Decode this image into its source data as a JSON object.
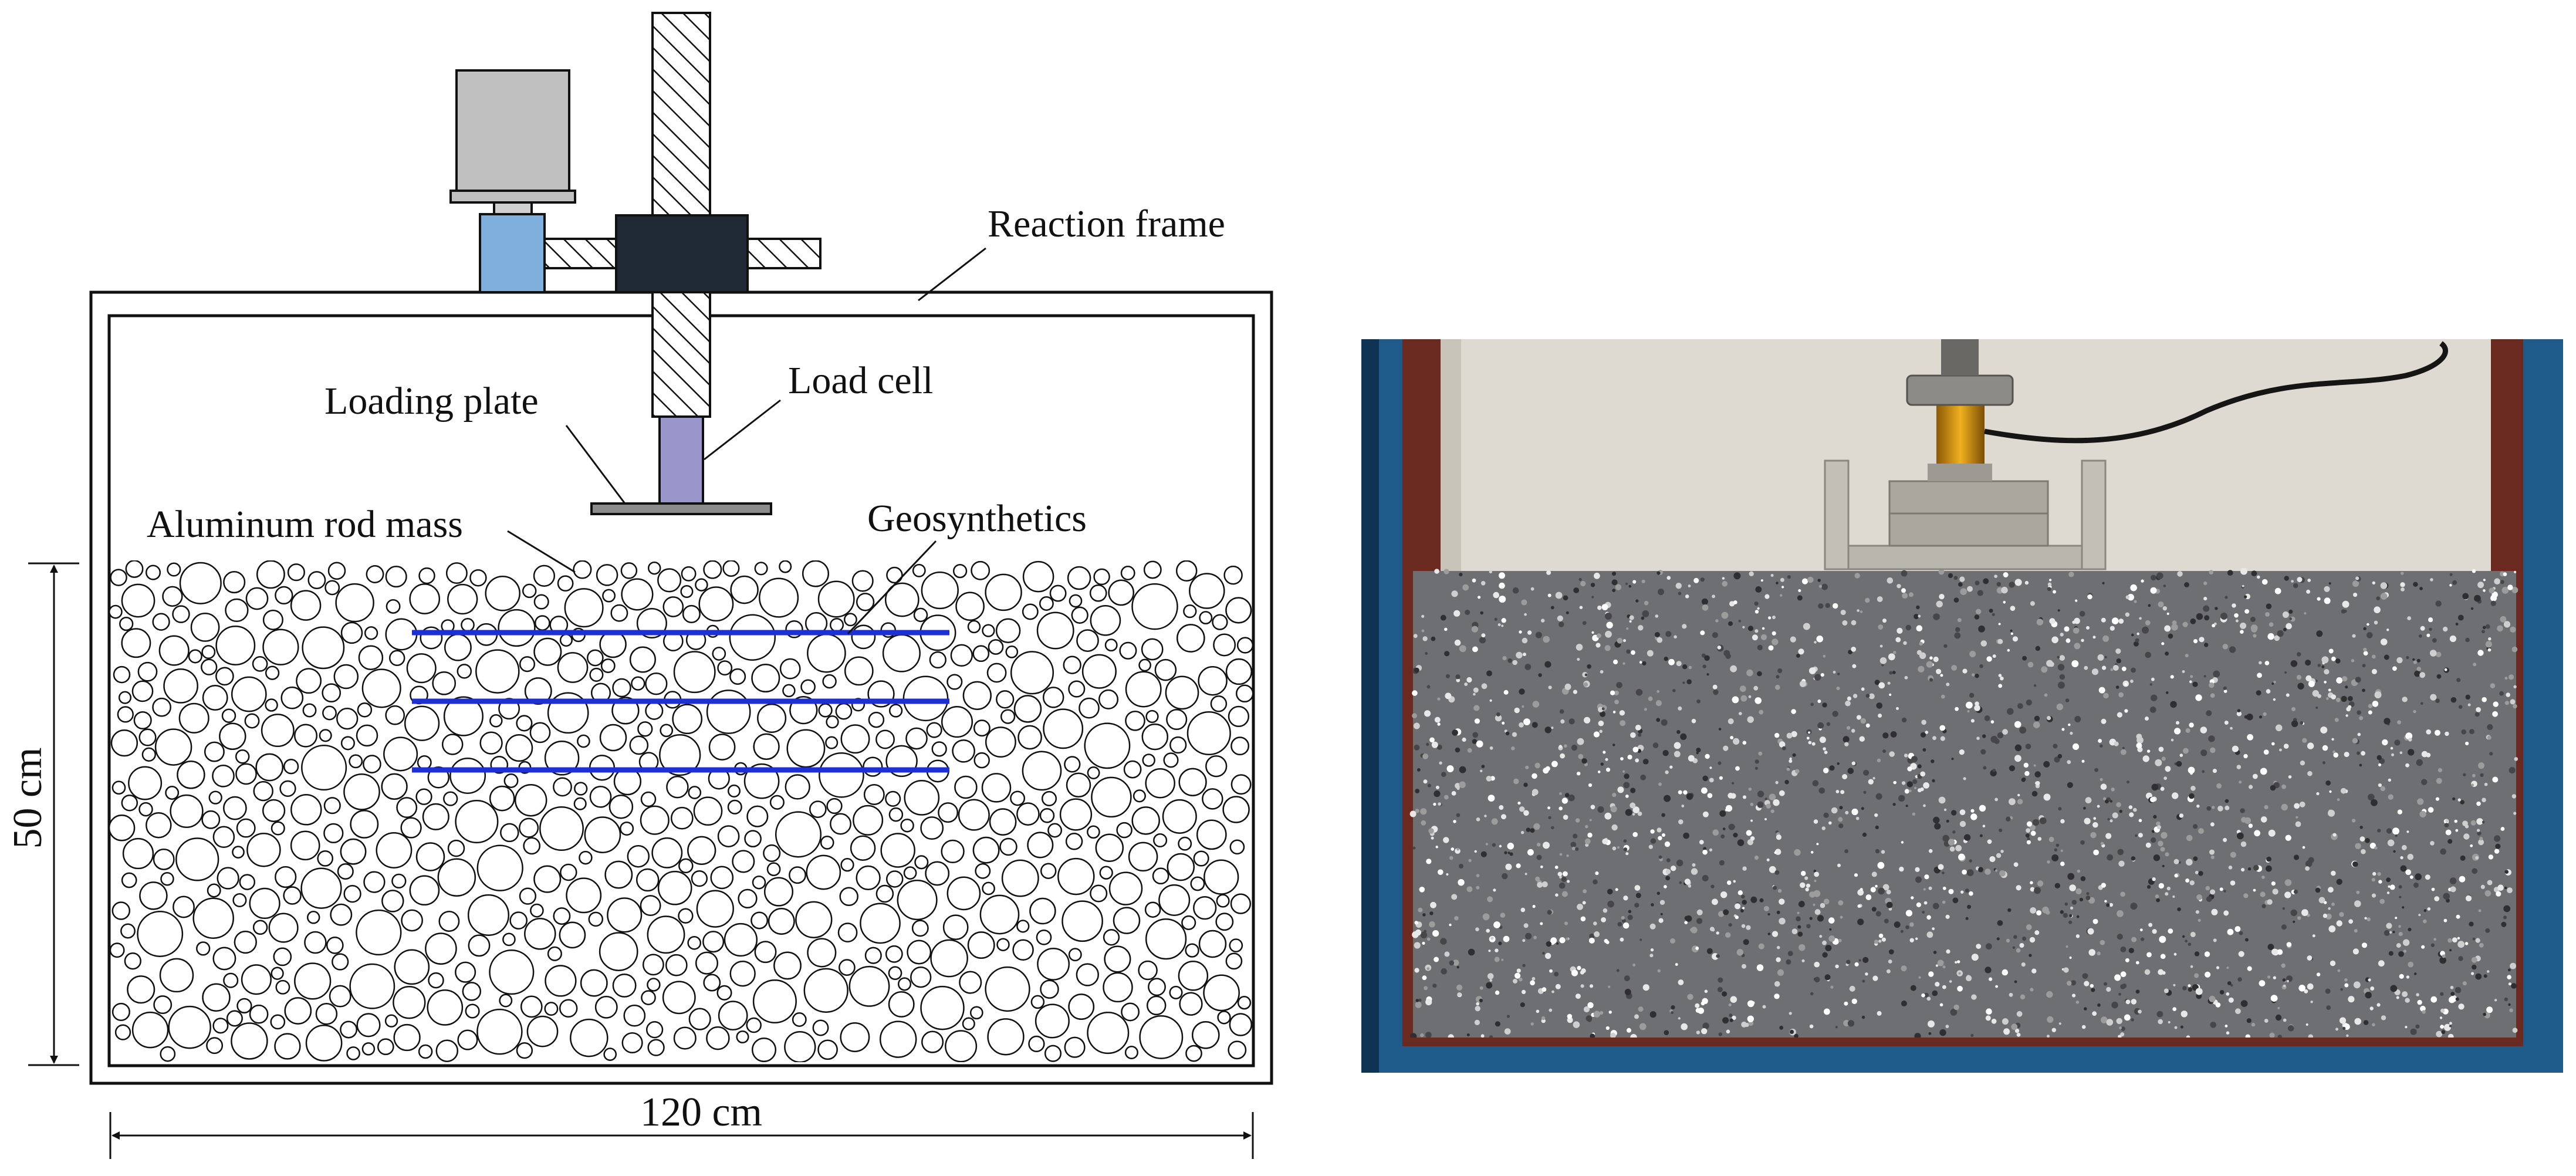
{
  "labels": {
    "reaction_frame": "Reaction frame",
    "load_cell": "Load cell",
    "loading_plate": "Loading plate",
    "aluminum_rod_mass": "Aluminum rod mass",
    "geosynthetics": "Geosynthetics",
    "height_dim": "50 cm",
    "width_dim": "120 cm"
  },
  "geosynthetic_layers": 3,
  "colors": {
    "geosynthetics": "#1f2fd6",
    "actuator": "#1f2a35",
    "motor": "#c0c0c0",
    "coupler": "#7fb0dd",
    "load_cell": "#9a96cc",
    "plate": "#8c8c8c",
    "photo_frame": "#1e5a8a",
    "photo_wall": "#dedad2",
    "photo_rods": "#6e6f72"
  }
}
